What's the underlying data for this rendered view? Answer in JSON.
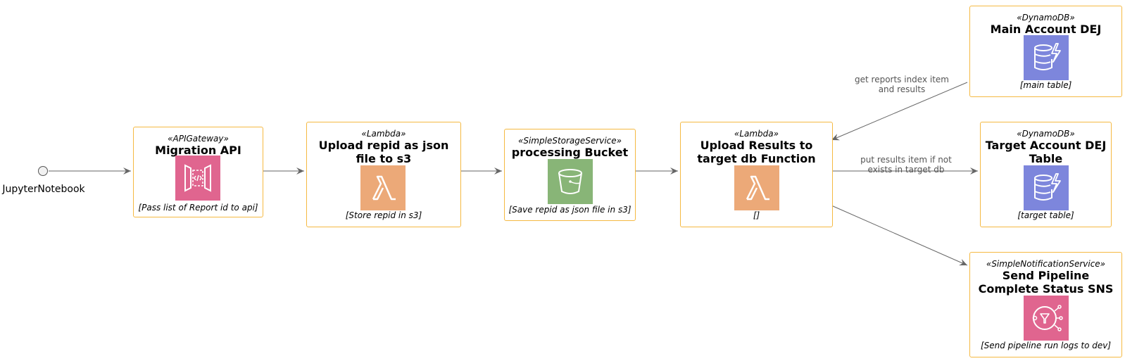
{
  "actor": {
    "label": "JupyterNotebook"
  },
  "nodes": {
    "migration_api": {
      "stereotype": "«APIGateway»",
      "title": "Migration API",
      "description": "[Pass list of Report id to api]",
      "icon": "api-gateway-icon",
      "color": "#e0658f"
    },
    "upload_repid": {
      "stereotype": "«Lambda»",
      "title": "Upload repid as json file to s3",
      "description": "[Store repid in s3]",
      "icon": "lambda-icon",
      "color": "#eca978"
    },
    "processing_bucket": {
      "stereotype": "«SimpleStorageService»",
      "title": "processing Bucket",
      "description": "[Save repid as json file in s3]",
      "icon": "s3-bucket-icon",
      "color": "#88b577"
    },
    "upload_results": {
      "stereotype": "«Lambda»",
      "title": "Upload Results to target db Function",
      "description": "[]",
      "icon": "lambda-icon",
      "color": "#eca978"
    },
    "main_table": {
      "stereotype": "«DynamoDB»",
      "title": "Main Account DEJ Table",
      "description": "[main table]",
      "icon": "dynamodb-icon",
      "color": "#7d86dc"
    },
    "target_table": {
      "stereotype": "«DynamoDB»",
      "title": "Target Account DEJ Table",
      "description": "[target table]",
      "icon": "dynamodb-icon",
      "color": "#7d86dc"
    },
    "sns": {
      "stereotype": "«SimpleNotificationService»",
      "title": "Send Pipeline Complete Status SNS",
      "description": "[Send pipeline run logs to dev]",
      "icon": "sns-icon",
      "color": "#e0658f"
    }
  },
  "edges": {
    "main_to_upload": {
      "label_line1": "get reports index item",
      "label_line2": "and results"
    },
    "upload_to_target": {
      "label_line1": "put results item if not",
      "label_line2": "exists in target db"
    }
  },
  "colors": {
    "border": "#f5b942",
    "arrow": "#666666"
  }
}
